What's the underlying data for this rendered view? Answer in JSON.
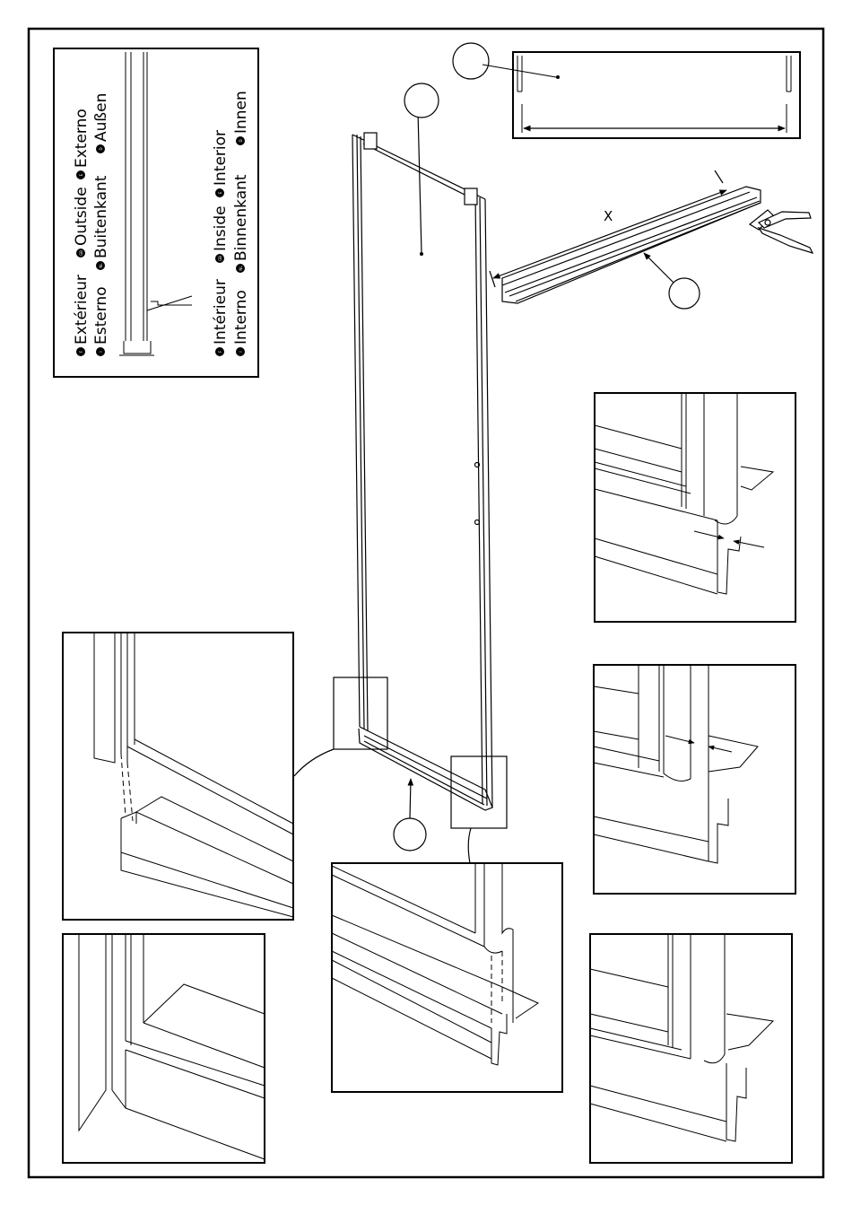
{
  "legend": {
    "outside_label_1": "Extérieur",
    "outside_label_2": "Outside",
    "outside_label_3": "Externo",
    "outside_label_4": "Esterno",
    "outside_label_5": "Buitenkant",
    "outside_label_6": "Außen",
    "inside_label_1": "Intérieur",
    "inside_label_2": "Inside",
    "inside_label_3": "Interior",
    "inside_label_4": "Interno",
    "inside_label_5": "Binnenkant",
    "inside_label_6": "Innen",
    "badge_f": "F",
    "badge_gb": "GB",
    "badge_e": "E",
    "badge_i": "I",
    "badge_nl": "NL",
    "badge_d": "D"
  },
  "labels": {
    "cut_dimension": "X"
  },
  "colors": {
    "line": "#000000",
    "badge_fill": "#000000",
    "paper": "#ffffff"
  },
  "icons": [
    "pliers-icon",
    "dimension-arrow-icon",
    "callout-circle-icon"
  ]
}
